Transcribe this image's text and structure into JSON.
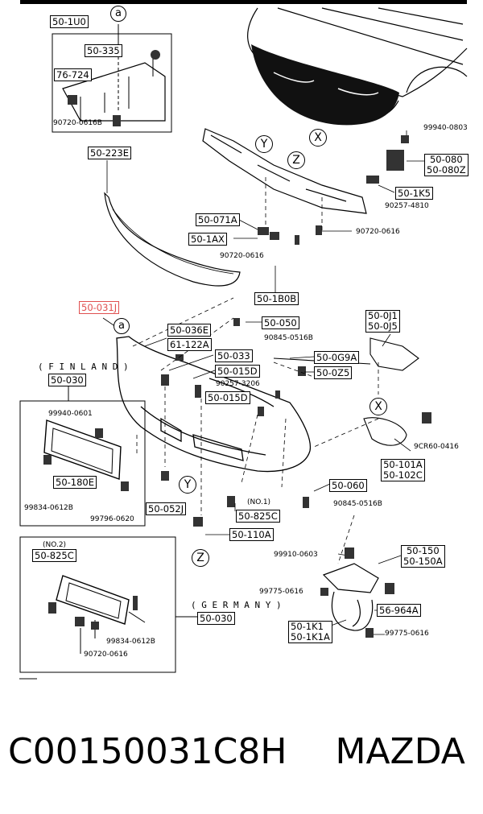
{
  "parts": {
    "p_50_1U0": "50-1U0",
    "p_50_335": "50-335",
    "p_76_724": "76-724",
    "p_90720_0616B_top": "90720-0616B",
    "p_99940_0803": "99940-0803",
    "p_50_080": "50-080\n50-080Z",
    "p_50_223E": "50-223E",
    "p_50_1K5": "50-1K5",
    "p_90257_4810": "90257-4810",
    "p_50_071A": "50-071A",
    "p_90720_0616_mid": "90720-0616",
    "p_50_1AX": "50-1AX",
    "p_90720_0616_left": "90720-0616",
    "p_50_1B0B": "50-1B0B",
    "p_50_031J": "50-031J",
    "p_50_036E": "50-036E",
    "p_50_050": "50-050",
    "p_61_122A": "61-122A",
    "p_90845_0516B_a": "90845-0516B",
    "p_50_0J1": "50-0J1\n50-0J5",
    "p_50_033": "50-033",
    "p_50_0G9A": "50-0G9A",
    "p_50_015D_a": "50-015D",
    "p_50_0Z5": "50-0Z5",
    "p_90257_3206": "90257-3206",
    "p_50_015D_b": "50-015D",
    "p_99940_0601": "99940-0601",
    "p_50_030_fin": "50-030",
    "p_50_180E": "50-180E",
    "p_99834_0612B_a": "99834-0612B",
    "p_99796_0620": "99796-0620",
    "p_9CR60_0416": "9CR60-0416",
    "p_50_101A": "50-101A\n50-102C",
    "p_50_060": "50-060",
    "p_90845_0516B_b": "90845-0516B",
    "p_no1": "(NO.1)",
    "p_50_825C_a": "50-825C",
    "p_50_052J": "50-052J",
    "p_50_110A": "50-110A",
    "p_no2": "(NO.2)",
    "p_50_825C_b": "50-825C",
    "p_99910_0603": "99910-0603",
    "p_50_150": "50-150\n50-150A",
    "p_99775_0616_a": "99775-0616",
    "p_56_964A": "56-964A",
    "p_50_1K1": "50-1K1\n50-1K1A",
    "p_99775_0616_b": "99775-0616",
    "p_99834_0612B_b": "99834-0612B",
    "p_90720_0616_bot": "90720-0616",
    "p_50_030_ger": "50-030"
  },
  "regions": {
    "finland": "( F I N L A N D )",
    "germany": "( G E R M A N Y )"
  },
  "markers": {
    "a": "a",
    "x": "X",
    "y": "Y",
    "z": "Z"
  },
  "caption": {
    "part_number": "C00150031C8H",
    "brand": "MAZDA"
  },
  "colors": {
    "highlight": "#e05050",
    "line": "#000000"
  }
}
